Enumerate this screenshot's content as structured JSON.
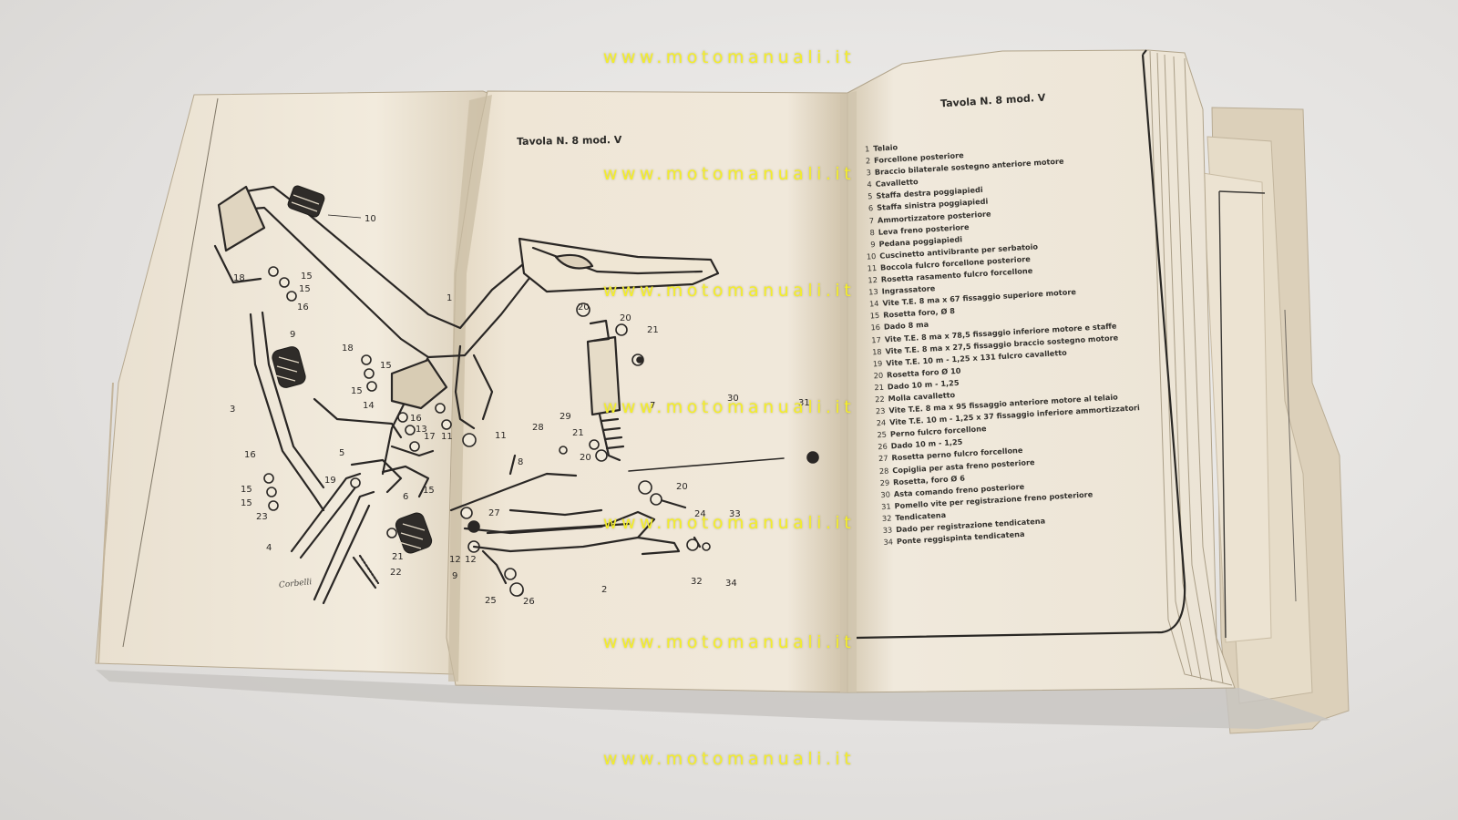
{
  "watermark": "www.motomanuali.it",
  "left_page": {
    "title": "Tavola N. 8 mod. V",
    "signature": "Corbelli",
    "part_callouts": [
      "1",
      "2",
      "3",
      "4",
      "5",
      "6",
      "7",
      "8",
      "9",
      "9",
      "10",
      "11",
      "11",
      "12",
      "12",
      "13",
      "14",
      "15",
      "15",
      "15",
      "15",
      "15",
      "15",
      "16",
      "16",
      "16",
      "17",
      "18",
      "18",
      "19",
      "20",
      "20",
      "20",
      "20",
      "21",
      "21",
      "21",
      "22",
      "23",
      "24",
      "25",
      "26",
      "27",
      "28",
      "29",
      "30",
      "31",
      "32",
      "33",
      "34"
    ]
  },
  "right_page": {
    "title": "Tavola N. 8 mod. V",
    "legend": [
      {
        "n": "1",
        "text": "Telaio"
      },
      {
        "n": "2",
        "text": "Forcellone posteriore"
      },
      {
        "n": "3",
        "text": "Braccio bilaterale sostegno anteriore motore"
      },
      {
        "n": "4",
        "text": "Cavalletto"
      },
      {
        "n": "5",
        "text": "Staffa destra poggiapiedi"
      },
      {
        "n": "6",
        "text": "Staffa sinistra poggiapiedi"
      },
      {
        "n": "7",
        "text": "Ammortizzatore posteriore"
      },
      {
        "n": "8",
        "text": "Leva freno posteriore"
      },
      {
        "n": "9",
        "text": "Pedana poggiapiedi"
      },
      {
        "n": "10",
        "text": "Cuscinetto antivibrante per serbatoio"
      },
      {
        "n": "11",
        "text": "Boccola fulcro forcellone posteriore"
      },
      {
        "n": "12",
        "text": "Rosetta rasamento fulcro forcellone"
      },
      {
        "n": "13",
        "text": "Ingrassatore"
      },
      {
        "n": "14",
        "text": "Vite T.E. 8 ma x 67 fissaggio superiore motore"
      },
      {
        "n": "15",
        "text": "Rosetta foro, Ø 8"
      },
      {
        "n": "16",
        "text": "Dado 8 ma"
      },
      {
        "n": "17",
        "text": "Vite T.E. 8 ma x 78,5 fissaggio inferiore motore e staffe"
      },
      {
        "n": "18",
        "text": "Vite T.E. 8 ma x 27,5 fissaggio braccio sostegno motore"
      },
      {
        "n": "19",
        "text": "Vite T.E. 10 m - 1,25 x 131 fulcro cavalletto"
      },
      {
        "n": "20",
        "text": "Rosetta foro Ø 10"
      },
      {
        "n": "21",
        "text": "Dado 10 m - 1,25"
      },
      {
        "n": "22",
        "text": "Molla cavalletto"
      },
      {
        "n": "23",
        "text": "Vite T.E. 8 ma x 95 fissaggio anteriore motore al telaio"
      },
      {
        "n": "24",
        "text": "Vite T.E. 10 m - 1,25 x 37 fissaggio inferiore ammortizzatori"
      },
      {
        "n": "25",
        "text": "Perno fulcro forcellone"
      },
      {
        "n": "26",
        "text": "Dado 10 m - 1,25"
      },
      {
        "n": "27",
        "text": "Rosetta perno fulcro forcellone"
      },
      {
        "n": "28",
        "text": "Copiglia per asta freno posteriore"
      },
      {
        "n": "29",
        "text": "Rosetta, foro Ø 6"
      },
      {
        "n": "30",
        "text": "Asta comando freno posteriore"
      },
      {
        "n": "31",
        "text": "Pomello vite per registrazione freno posteriore"
      },
      {
        "n": "32",
        "text": "Tendicatena"
      },
      {
        "n": "33",
        "text": "Dado per registrazione tendicatena"
      },
      {
        "n": "34",
        "text": "Ponte reggispinta tendicatena"
      }
    ]
  }
}
